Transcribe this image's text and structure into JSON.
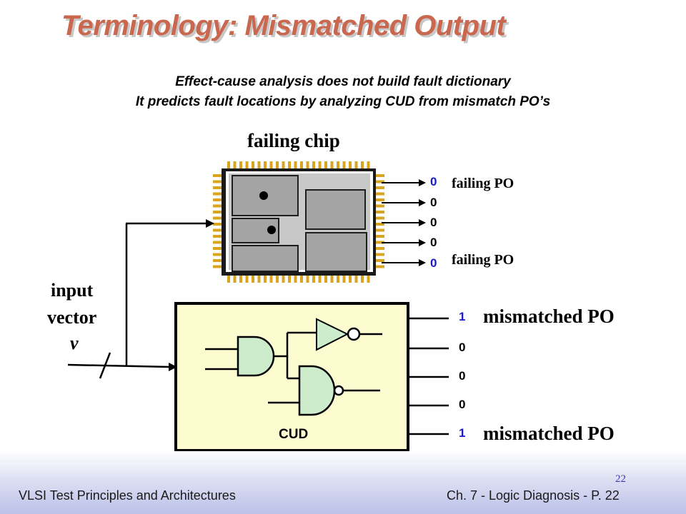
{
  "title": "Terminology: Mismatched Output",
  "subtitle_lines": [
    "Effect-cause analysis does not build fault dictionary",
    "It predicts fault locations by analyzing CUD from mismatch PO’s"
  ],
  "failing_chip_label": "failing chip",
  "input_vector": {
    "line1": "input",
    "line2": "vector",
    "line3": "v"
  },
  "chip_outputs": [
    "0",
    "0",
    "0",
    "0",
    "0"
  ],
  "failing_po_label": "failing PO",
  "cud_outputs": [
    "1",
    "0",
    "0",
    "0",
    "1"
  ],
  "mismatched_po_label": "mismatched PO",
  "cud_label": "CUD",
  "colors": {
    "title": "#c9684f",
    "highlight_digit": "#1a1acc",
    "cud_fill": "#fdfbd0",
    "inverter_fill": "#cdeccb"
  },
  "footer": {
    "left": "VLSI Test Principles and Architectures",
    "right": "Ch. 7 - Logic Diagnosis  - P. 22",
    "page_number": "22"
  }
}
